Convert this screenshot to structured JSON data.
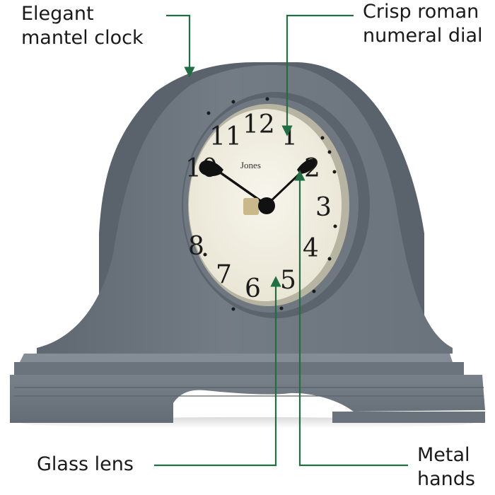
{
  "callouts": {
    "mantel": {
      "line1": "Elegant",
      "line2": "mantel clock"
    },
    "dial": {
      "line1": "Crisp roman",
      "line2": "numeral dial"
    },
    "lens": {
      "line1": "Glass lens"
    },
    "hands": {
      "line1": "Metal",
      "line2": "hands"
    }
  },
  "clock": {
    "brand": "Jones",
    "numerals": [
      "12",
      "1",
      "2",
      "3",
      "4",
      "5",
      "6",
      "7",
      "8",
      "11",
      "10"
    ]
  },
  "colors": {
    "body": "#6e7780",
    "arrow": "#1f6f43",
    "dial": "#f2efe2"
  },
  "icons": [
    "arrow-down-icon",
    "arrow-up-icon"
  ]
}
